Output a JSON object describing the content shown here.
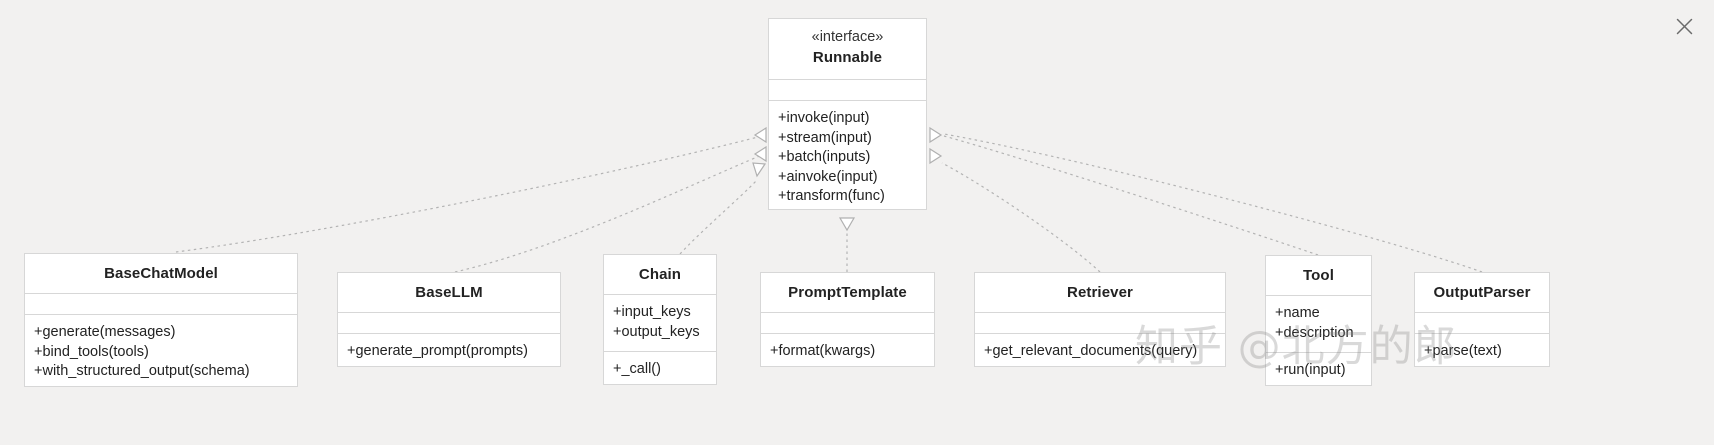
{
  "diagram": {
    "title": "LangChain Runnable class hierarchy",
    "type": "uml-class-diagram",
    "background_color": "#f2f1f0",
    "box_fill": "#ffffff",
    "box_border": "#d7d7d7",
    "edge_color": "#b0b0b0",
    "edge_style": "dotted-realization"
  },
  "toolbar": {
    "close_label": "×",
    "close_icon": "close-icon"
  },
  "watermark": {
    "text": "知乎 @北方的郎"
  },
  "classes": {
    "runnable": {
      "stereotype": "«interface»",
      "name": "Runnable",
      "attributes": [],
      "methods": [
        "+invoke(input)",
        "+stream(input)",
        "+batch(inputs)",
        "+ainvoke(input)",
        "+transform(func)"
      ]
    },
    "base_chat_model": {
      "name": "BaseChatModel",
      "attributes": [],
      "methods": [
        "+generate(messages)",
        "+bind_tools(tools)",
        "+with_structured_output(schema)"
      ]
    },
    "base_llm": {
      "name": "BaseLLM",
      "attributes": [],
      "methods": [
        "+generate_prompt(prompts)"
      ]
    },
    "chain": {
      "name": "Chain",
      "attributes": [
        "+input_keys",
        "+output_keys"
      ],
      "methods": [
        "+_call()"
      ]
    },
    "prompt_template": {
      "name": "PromptTemplate",
      "attributes": [],
      "methods": [
        "+format(kwargs)"
      ]
    },
    "retriever": {
      "name": "Retriever",
      "attributes": [],
      "methods": [
        "+get_relevant_documents(query)"
      ]
    },
    "tool": {
      "name": "Tool",
      "attributes": [
        "+name",
        "+description"
      ],
      "methods": [
        "+run(input)"
      ]
    },
    "output_parser": {
      "name": "OutputParser",
      "attributes": [],
      "methods": [
        "+parse(text)"
      ]
    }
  },
  "relationships": [
    {
      "from": "BaseChatModel",
      "to": "Runnable",
      "type": "realization"
    },
    {
      "from": "BaseLLM",
      "to": "Runnable",
      "type": "realization"
    },
    {
      "from": "Chain",
      "to": "Runnable",
      "type": "realization"
    },
    {
      "from": "PromptTemplate",
      "to": "Runnable",
      "type": "realization"
    },
    {
      "from": "Retriever",
      "to": "Runnable",
      "type": "realization"
    },
    {
      "from": "Tool",
      "to": "Runnable",
      "type": "realization"
    },
    {
      "from": "OutputParser",
      "to": "Runnable",
      "type": "realization"
    }
  ]
}
